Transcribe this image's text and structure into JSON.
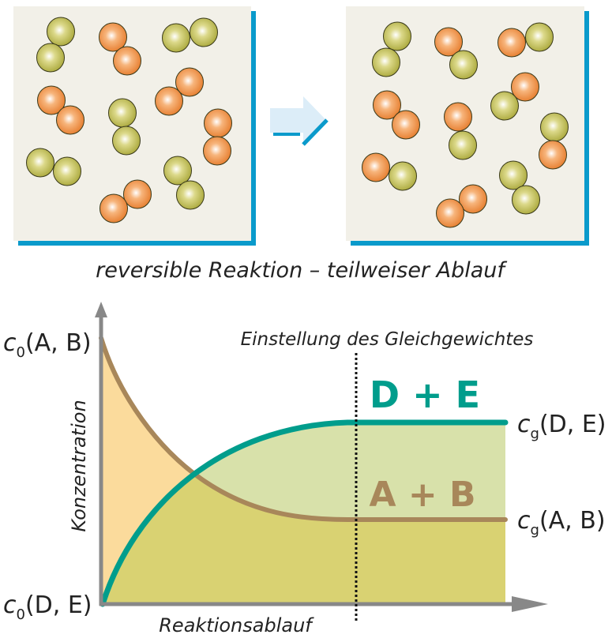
{
  "caption": "reversible Reaktion –  teilweiser Ablauf",
  "colors": {
    "frame": "#0a9acb",
    "box_bg": "#f2f0e8",
    "green_molecule": "#c2bf55",
    "orange_molecule": "#f3954a",
    "teal": "#009d8c",
    "brown": "#a8875a",
    "olive_fill": "#d9d272",
    "orange_fill": "#fbdb9c",
    "green_fill": "#d8e1aa",
    "axis": "#888888"
  },
  "graph": {
    "title": "Einstellung des Gleichgewichtes",
    "y_axis_label": "Konzentration",
    "x_axis_label": "Reaktionsablauf",
    "product_label": "D + E",
    "reactant_label": "A + B",
    "c0_AB": {
      "c": "c",
      "sub": "0",
      "rest": "(A, B)"
    },
    "c0_DE": {
      "c": "c",
      "sub": "0",
      "rest": "(D, E)"
    },
    "cg_DE": {
      "c": "c",
      "sub": "g",
      "rest": "(D, E)"
    },
    "cg_AB": {
      "c": "c",
      "sub": "g",
      "rest": "(A, B)"
    }
  }
}
